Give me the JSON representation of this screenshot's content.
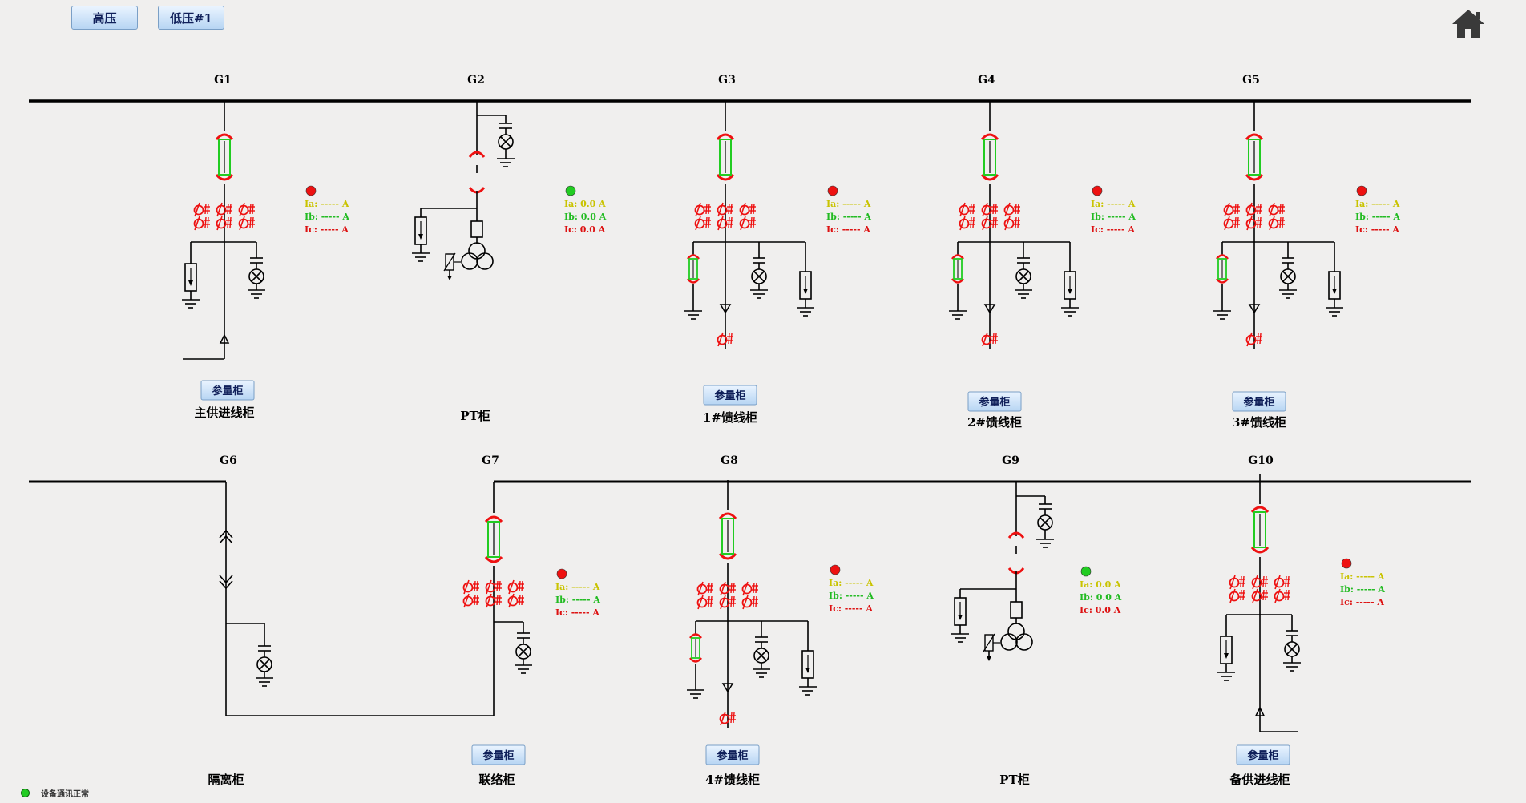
{
  "tabs": [
    {
      "label": "高压"
    },
    {
      "label": "低压#1"
    }
  ],
  "icons": {
    "home": "home-icon",
    "status_dot": "green-dot-icon"
  },
  "colors": {
    "line": "#000000",
    "breaker": "#ee1111",
    "cart": "#22cc22",
    "status_ok": "#22cc22",
    "status_alarm": "#ee1111",
    "ia": "#c9c300",
    "ib": "#22bb22",
    "ic": "#dd1111",
    "button_top": "#eaf4ff",
    "button_bottom": "#b7d5f3"
  },
  "status_legend": {
    "text": "设备通讯正常"
  },
  "cabinets": [
    {
      "id": "G1",
      "name": "主供进线柜",
      "param_label": "参量柜",
      "status": "alarm",
      "ia": "Ia: ----- A",
      "ib": "Ib: ----- A",
      "ic": "Ic: ----- A"
    },
    {
      "id": "G2",
      "name": "PT柜",
      "param_label": "",
      "status": "ok",
      "ia": "Ia: 0.0   A",
      "ib": "Ib: 0.0   A",
      "ic": "Ic: 0.0   A"
    },
    {
      "id": "G3",
      "name": "1#馈线柜",
      "param_label": "参量柜",
      "status": "alarm",
      "ia": "Ia: ----- A",
      "ib": "Ib: ----- A",
      "ic": "Ic: ----- A"
    },
    {
      "id": "G4",
      "name": "2#馈线柜",
      "param_label": "参量柜",
      "status": "alarm",
      "ia": "Ia: ----- A",
      "ib": "Ib: ----- A",
      "ic": "Ic: ----- A"
    },
    {
      "id": "G5",
      "name": "3#馈线柜",
      "param_label": "参量柜",
      "status": "alarm",
      "ia": "Ia: ----- A",
      "ib": "Ib: ----- A",
      "ic": "Ic: ----- A"
    },
    {
      "id": "G6",
      "name": "隔离柜",
      "param_label": "",
      "status": "",
      "ia": "",
      "ib": "",
      "ic": ""
    },
    {
      "id": "G7",
      "name": "联络柜",
      "param_label": "参量柜",
      "status": "alarm",
      "ia": "Ia: ----- A",
      "ib": "Ib: ----- A",
      "ic": "Ic: ----- A"
    },
    {
      "id": "G8",
      "name": "4#馈线柜",
      "param_label": "参量柜",
      "status": "alarm",
      "ia": "Ia: ----- A",
      "ib": "Ib: ----- A",
      "ic": "Ic: ----- A"
    },
    {
      "id": "G9",
      "name": "PT柜",
      "param_label": "",
      "status": "ok",
      "ia": "Ia: 0.0   A",
      "ib": "Ib: 0.0   A",
      "ic": "Ic: 0.0   A"
    },
    {
      "id": "G10",
      "name": "备供进线柜",
      "param_label": "参量柜",
      "status": "alarm",
      "ia": "Ia: ----- A",
      "ib": "Ib: ----- A",
      "ic": "Ic: ----- A"
    }
  ]
}
